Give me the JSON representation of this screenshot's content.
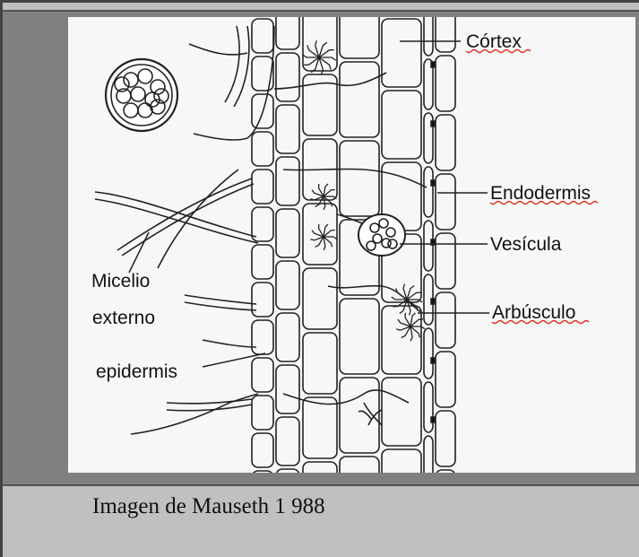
{
  "labels": {
    "cortex": "Córtex",
    "endodermis": "Endodermis",
    "vesicula": "Vesícula",
    "arbusculo": "Arbúsculo",
    "micelio_line1": "Micelio",
    "micelio_line2": "externo",
    "epidermis": "epidermis"
  },
  "caption": "Imagen de Mauseth 1 988"
}
